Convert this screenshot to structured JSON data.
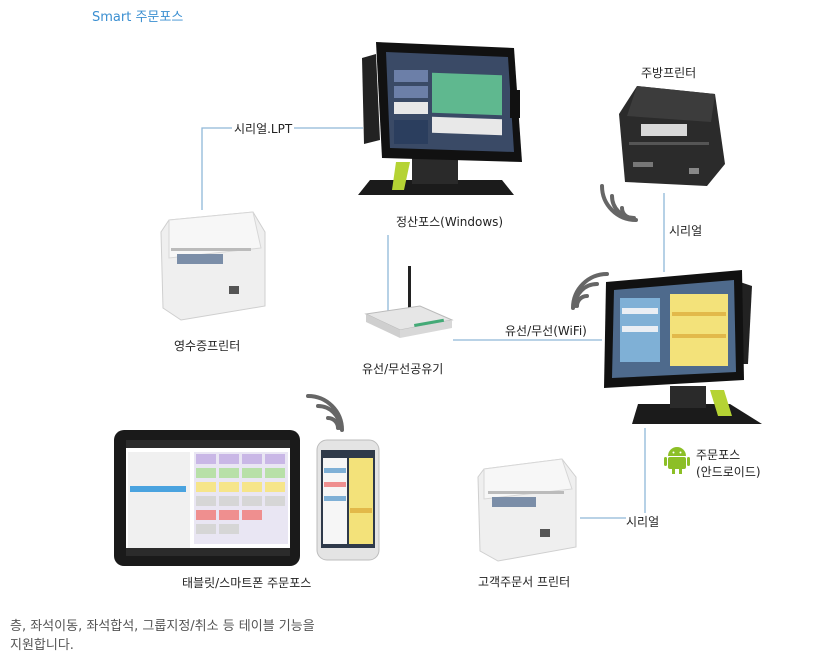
{
  "header": {
    "title": "Smart 주문포스"
  },
  "labels": {
    "serial_lpt": "시리얼.LPT",
    "settle_pos": "정산포스(Windows)",
    "kitchen_printer": "주방프린터",
    "serial_kitchen": "시리얼",
    "receipt_printer": "영수증프린터",
    "router": "유선/무선공유기",
    "wired_wireless": "유선/무선(WiFi)",
    "order_pos_line1": "주문포스",
    "order_pos_line2": "(안드로이드)",
    "serial_customer": "시리얼",
    "customer_printer": "고객주문서 프린터",
    "tablet_smartphone": "태블릿/스마트폰 주문포스"
  },
  "caption": {
    "line1": "층, 좌석이동, 좌석합석, 그룹지정/취소 등 테이블 기능을",
    "line2": "지원합니다."
  },
  "colors": {
    "line": "#8fb8d8",
    "title": "#3b8fd1",
    "accent": "#b5d334",
    "android": "#8cbf26"
  }
}
